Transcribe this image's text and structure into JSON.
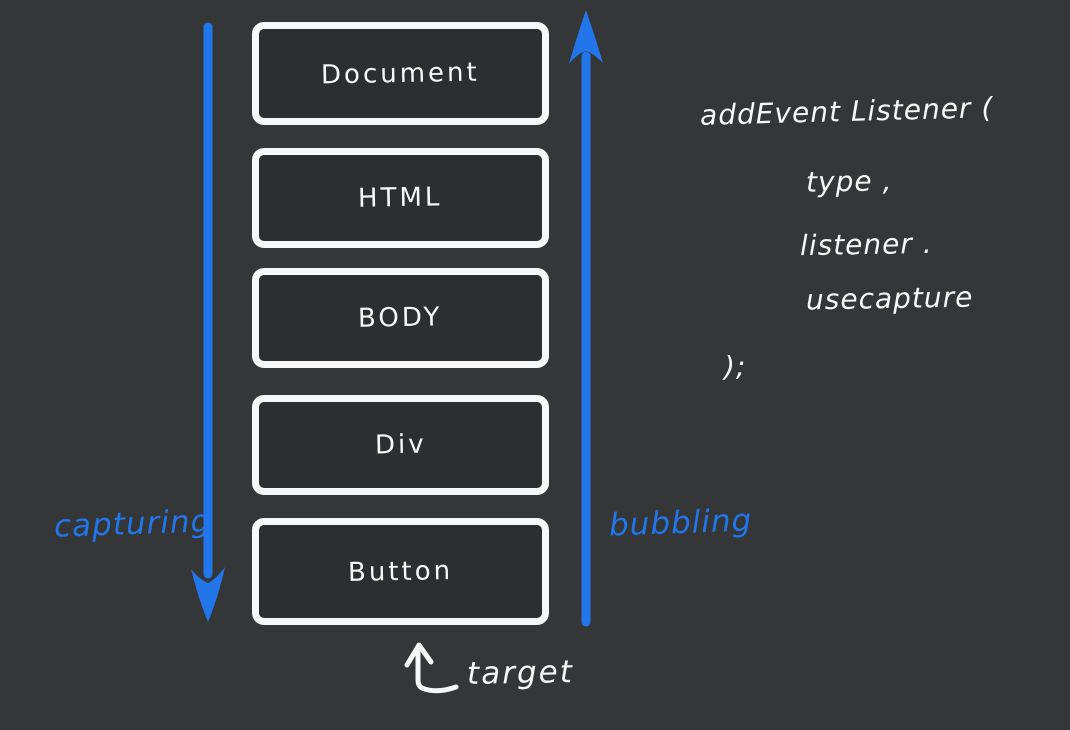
{
  "colors": {
    "bg": "#343638",
    "box-fill": "#2c2e30",
    "ink": "#f7f7f7",
    "accent": "#2276e9"
  },
  "diagram": {
    "boxes": [
      "Document",
      "HTML",
      "BODY",
      "Div",
      "Button"
    ],
    "capturing_label": "capturing",
    "bubbling_label": "bubbling",
    "target_label": "target"
  },
  "code": {
    "open_line": "addEvent Listener (",
    "args": [
      "type ,",
      "listener .",
      "usecapture"
    ],
    "close_line": ");"
  }
}
